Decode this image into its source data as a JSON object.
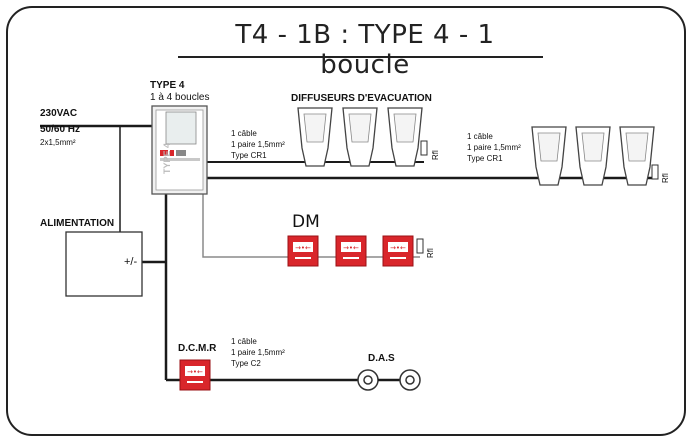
{
  "title": "T4 - 1B : TYPE 4 - 1 boucle",
  "power": {
    "voltage": "230VAC",
    "frequency": "50/60 Hz",
    "cable": "2x1,5mm²"
  },
  "central": {
    "type": "TYPE 4",
    "loops": "1 à 4 boucles",
    "face_label": "TYPE 4"
  },
  "diffusers_title": "DIFFUSEURS D'EVACUATION",
  "cable_spec_1": {
    "line1": "1 câble",
    "line2": "1 paire 1,5mm²",
    "line3": "Type CR1"
  },
  "cable_spec_2": {
    "line1": "1 câble",
    "line2": "1 paire 1,5mm²",
    "line3": "Type CR1"
  },
  "cable_spec_3": {
    "line1": "1 câble",
    "line2": "1 paire 1,5mm²",
    "line3": "Type C2"
  },
  "resistor_label": "Rfl",
  "alimentation": {
    "label": "ALIMENTATION",
    "terminal": "+/-"
  },
  "dm_label": "DM",
  "dcmr_label": "D.C.M.R",
  "das_label": "D.A.S",
  "colors": {
    "line": "#1a1a1a",
    "call_point": "#d9262b",
    "grey_line": "#8a8a8a"
  }
}
